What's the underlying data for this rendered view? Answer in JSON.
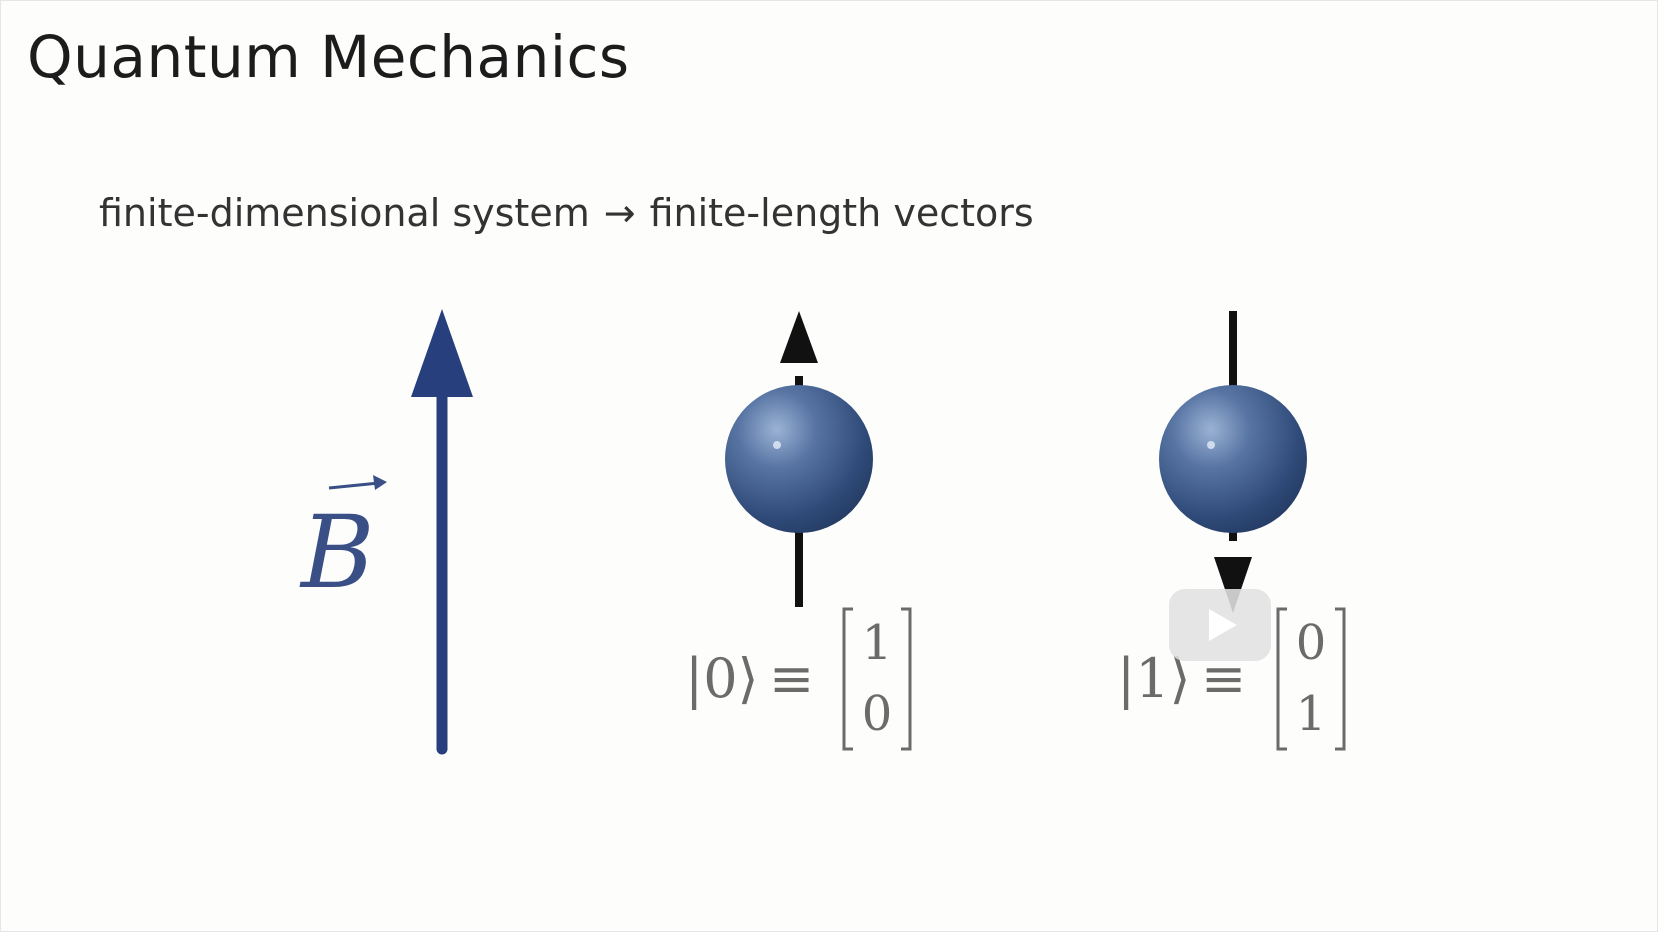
{
  "slide": {
    "title": "Quantum Mechanics",
    "subtitle_left": "finite-dimensional system",
    "subtitle_arrow": "→",
    "subtitle_right": "finite-length vectors"
  },
  "field": {
    "label": "B",
    "color": "#27407d"
  },
  "spin_up": {
    "ket": "|0⟩",
    "equiv": "≡",
    "vector": [
      "1",
      "0"
    ]
  },
  "spin_down": {
    "ket": "|1⟩",
    "equiv": "≡",
    "vector": [
      "0",
      "1"
    ]
  },
  "video": {
    "control": "play-icon"
  },
  "colors": {
    "sphere": "#3d5e8f",
    "arrow": "#111111",
    "math": "#6b6b6b"
  }
}
